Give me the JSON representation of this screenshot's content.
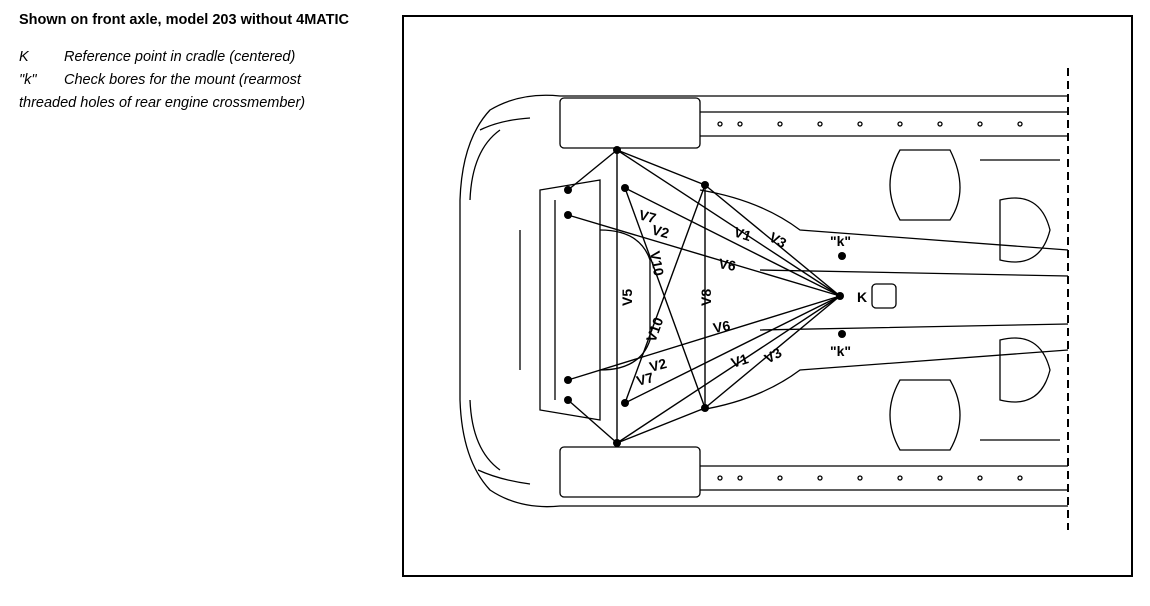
{
  "caption": {
    "title": "Shown on front axle, model 203 without 4MATIC",
    "legend": [
      {
        "key": "K",
        "text": "Reference point in cradle (centered)"
      },
      {
        "key": "\"k\"",
        "text": "Check bores for the mount (rearmost threaded holes of rear engine crossmember)"
      }
    ]
  },
  "diagram": {
    "labels": {
      "K": "K",
      "k_top": "\"k\"",
      "k_bottom": "\"k\"",
      "v1_top": "V1",
      "v1_bottom": "V1",
      "v2_top": "V2",
      "v2_bottom": "V2",
      "v3_top": "V3",
      "v3_bottom": "V3",
      "v5": "V5",
      "v6_top": "V6",
      "v6_bottom": "V6",
      "v7_top": "V7",
      "v7_bottom": "V7",
      "v8": "V8",
      "v10_top": "V10",
      "v10_bottom": "V10"
    }
  }
}
